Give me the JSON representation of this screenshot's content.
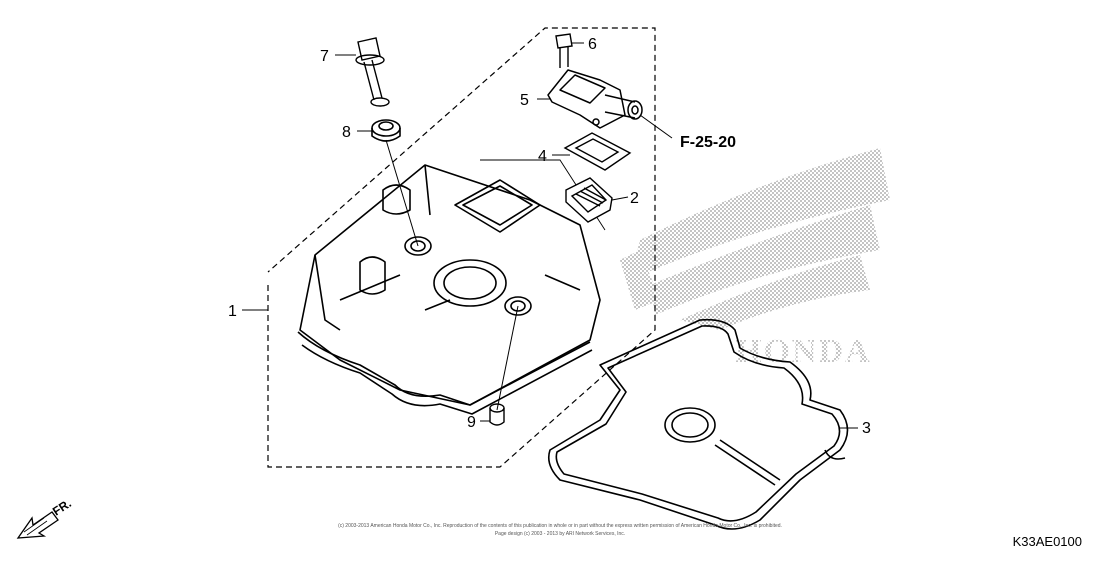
{
  "callouts": {
    "c1": "1",
    "c2": "2",
    "c3": "3",
    "c4": "4",
    "c5": "5",
    "c6": "6",
    "c7": "7",
    "c8": "8",
    "c9": "9"
  },
  "reference": "F-25-20",
  "direction_label": "FR.",
  "watermark_brand": "HONDA",
  "diagram_code": "K33AE0100",
  "copyright_line1": "(c) 2003-2013 American Honda Motor Co., Inc. Reproduction of the contents of this publication in whole or in part without the express written permission of American Honda Motor Co., Inc. is prohibited.",
  "copyright_line2": "Page design (c) 2003 - 2013 by ARI Network Services, Inc."
}
